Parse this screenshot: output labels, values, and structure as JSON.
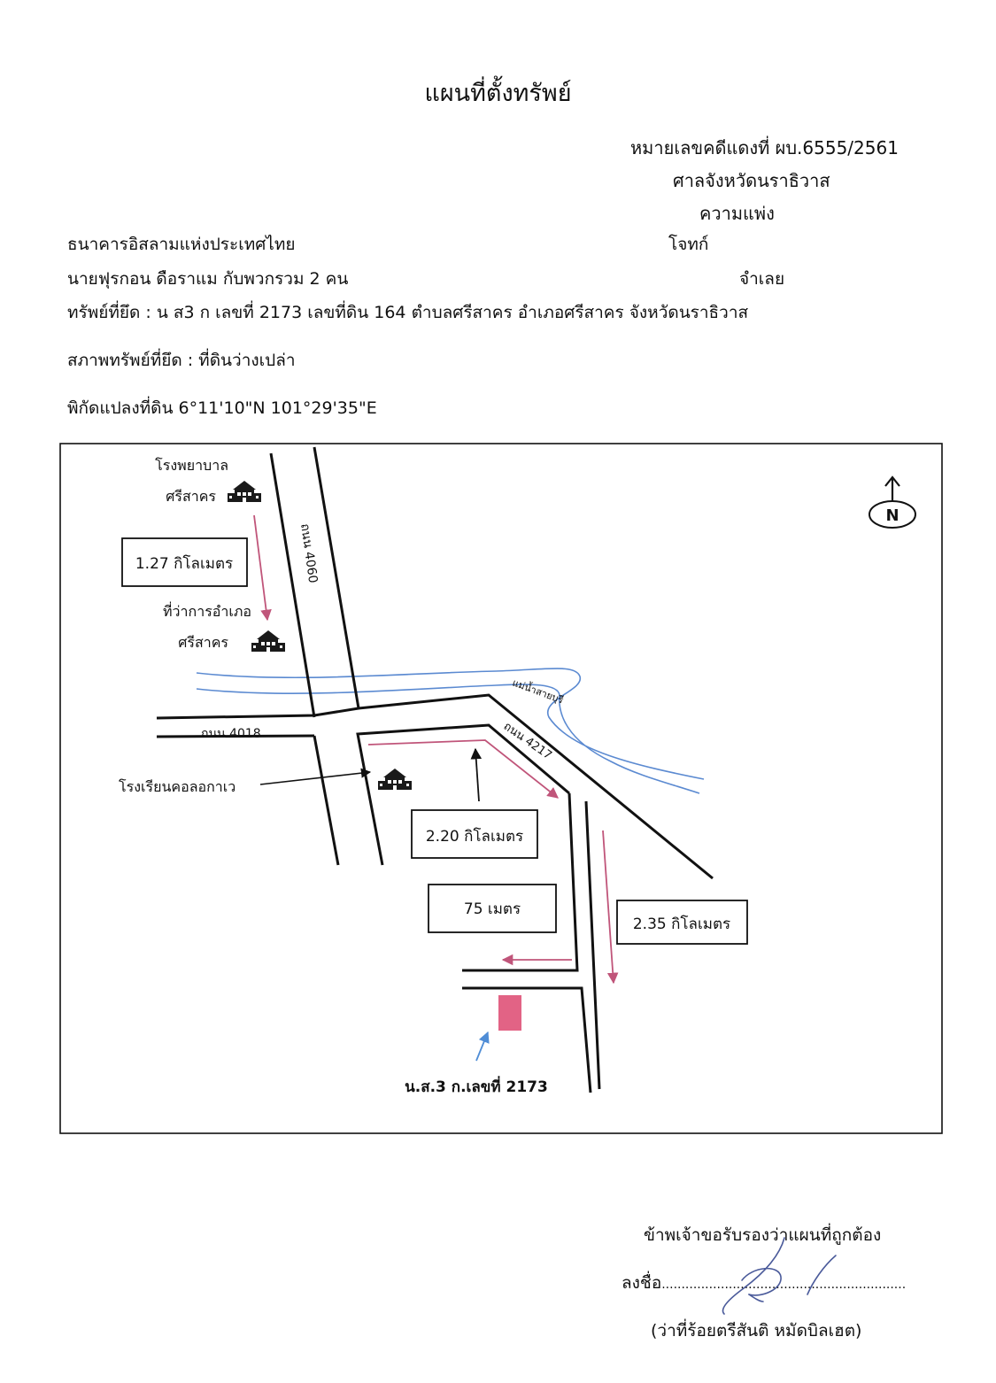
{
  "title": "แผนที่ตั้งทรัพย์",
  "case": {
    "case_number": "หมายเลขคดีแดงที่ ผบ.6555/2561",
    "court": "ศาลจังหวัดนราธิวาส",
    "case_type": "ความแพ่ง"
  },
  "parties": {
    "plaintiff_name": "ธนาคารอิสลามแห่งประเทศไทย",
    "plaintiff_role": "โจทก์",
    "defendant_name": "นายฟุรกอน ดือราแม กับพวกรวม 2 คน",
    "defendant_role": "จำเลย"
  },
  "property": {
    "seized": "ทรัพย์ที่ยึด : น ส3 ก เลขที่ 2173 เลขที่ดิน 164 ตำบลศรีสาคร อำเภอศรีสาคร จังหวัดนราธิวาส",
    "condition": "สภาพทรัพย์ที่ยึด : ที่ดินว่างเปล่า",
    "coords_label": "พิกัดแปลงที่ดิน 6",
    "coords_value": "°11'10\"N 101°29'35\"E"
  },
  "map": {
    "compass": "N",
    "hospital": [
      "โรงพยาบาล",
      "ศรีสาคร"
    ],
    "district_office": [
      "ที่ว่าการอำเภอ",
      "ศรีสาคร"
    ],
    "school": "โรงเรียนคอลอกาเว",
    "road_4060": "ถนน 4060",
    "road_4018": "ถนน 4018",
    "road_4217": "ถนน 4217",
    "river": "แม่น้ำสายบุรี",
    "dist_1": "1.27 กิโลเมตร",
    "dist_2": "2.20 กิโลเมตร",
    "dist_3": "75 เมตร",
    "dist_4": "2.35 กิโลเมตร",
    "parcel_label": "น.ส.3 ก.เลขที่ 2173",
    "colors": {
      "river": "#5b8ad1",
      "route_arrow": "#c0557a",
      "parcel": "#e26385",
      "pointer_arrow": "#4f8dd6"
    }
  },
  "certification": {
    "statement": "ข้าพเจ้าขอรับรองว่าแผนที่ถูกต้อง",
    "sign_label": "ลงชื่อ",
    "dots": "..............................................................",
    "signer": "(ว่าที่ร้อยตรีสันติ  หมัดบิลเฮต)"
  }
}
